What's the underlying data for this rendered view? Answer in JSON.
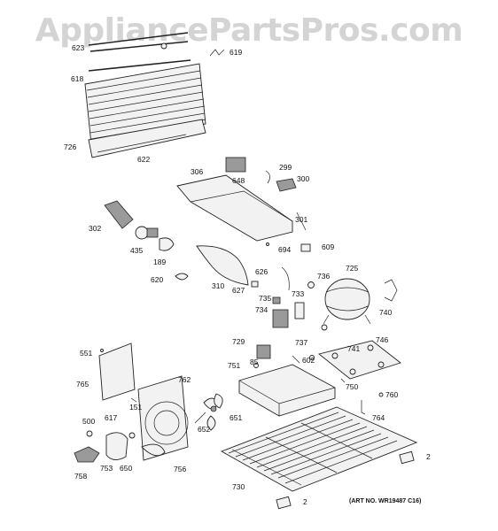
{
  "watermark": "AppliancePartsPros.com",
  "art_number": "(ART NO. WR19487 C16)",
  "part_labels": [
    "623",
    "619",
    "618",
    "726",
    "622",
    "306",
    "648",
    "299",
    "300",
    "302",
    "435",
    "189",
    "301",
    "609",
    "694",
    "620",
    "310",
    "626",
    "627",
    "735",
    "736",
    "725",
    "733",
    "734",
    "740",
    "729",
    "737",
    "746",
    "741",
    "551",
    "85",
    "602",
    "751",
    "765",
    "762",
    "750",
    "760",
    "151",
    "764",
    "617",
    "500",
    "651",
    "652",
    "2",
    "758",
    "753",
    "650",
    "756",
    "730",
    "2"
  ]
}
